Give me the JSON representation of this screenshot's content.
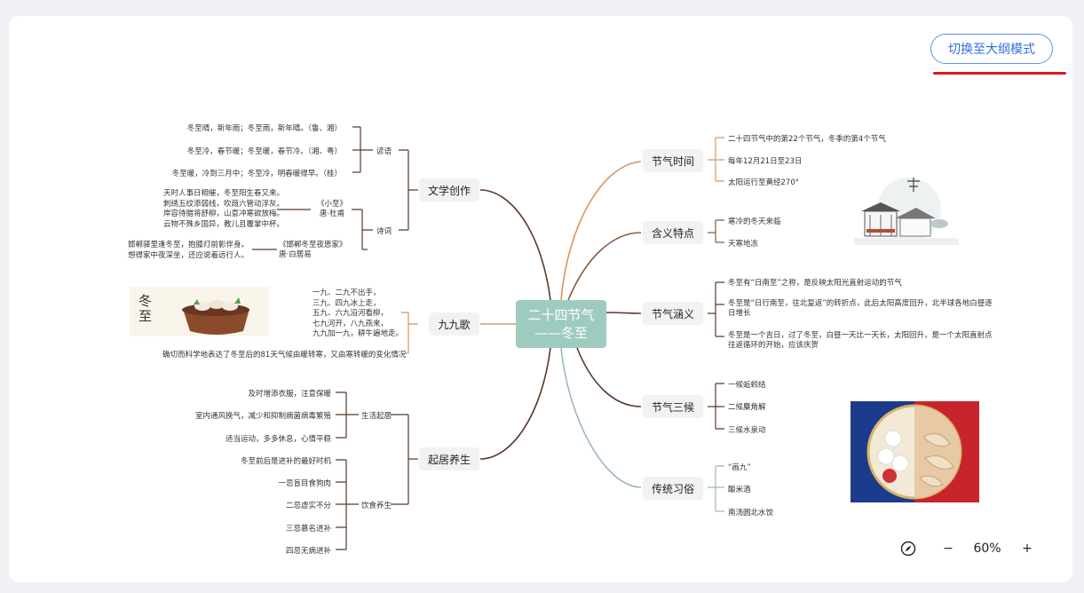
{
  "toolbar": {
    "switch_label": "切换至大纲模式",
    "zoom_out": "−",
    "zoom_level": "60%",
    "zoom_in": "+"
  },
  "colors": {
    "root": "#9ecbbf",
    "accent_red": "#e0191e",
    "branch_brown": "#5a3a2b",
    "branch_orange": "#d9955f",
    "branch_gray": "#9db6bd"
  },
  "root": {
    "line1": "二十四节气",
    "line2": "——冬至"
  },
  "right": {
    "jieqi_shijian": {
      "label": "节气时间",
      "items": [
        "二十四节气中的第22个节气，冬季的第4个节气",
        "每年12月21日至23日",
        "太阳运行至黄经270°"
      ]
    },
    "hanyi": {
      "label": "含义特点",
      "items": [
        "寒冷的冬天来临",
        "天寒地冻"
      ]
    },
    "hanyi_detail": {
      "label": "节气涵义",
      "items": [
        "冬至有“日南至”之称，是反映太阳光直射运动的节气",
        "冬至是“日行南至，往北复返”的转折点，此后太阳高度回升，北半球各地白昼逐日增长",
        "冬至是一个吉日，过了冬至，白昼一天比一天长，太阳回升，是一个太阳直射点往返循环的开始，应该庆贺"
      ]
    },
    "sanhou": {
      "label": "节气三候",
      "items": [
        "一候蚯蚓结",
        "二候麋角解",
        "三候水泉动"
      ]
    },
    "xisu": {
      "label": "传统习俗",
      "items": [
        "“画九”",
        "酿米酒",
        "南汤圆北水饺"
      ]
    }
  },
  "left": {
    "wenxue": {
      "label": "文学创作",
      "yanyu": {
        "label": "谚语",
        "items": [
          "冬至晴，新年雨；冬至雨，新年晴。（鲁、湘）",
          "冬至冷，春节暖；冬至暖，春节冷。（湘、粤）",
          "冬至暖，冷到三月中；冬至冷，明春暖得早。（桂）"
        ]
      },
      "shici": {
        "label": "诗词",
        "poem1": {
          "title": "《小至》",
          "author": "唐·杜甫",
          "text": "天时人事日相催，冬至阳生春又来。\n刺绣五纹添弱线，吹葭六管动浮灰。\n岸容待腊将舒柳，山意冲寒欲放梅。\n云物不殊乡国异，教儿且覆掌中杯。"
        },
        "poem2": {
          "title": "《邯郸冬至夜思家》",
          "author": "唐·白居易",
          "text": "邯郸驿里逢冬至，抱膝灯前影伴身。\n想得家中夜深坐，还应说着远行人。"
        }
      }
    },
    "jiujiuge": {
      "label": "九九歌",
      "song": "一九、二九不出手，\n三九、四九冰上走，\n五九、六九沿河看柳，\n七九河开，八九燕来，\n九九加一九，耕牛遍地走。",
      "desc": "确切而科学地表达了冬至后的81天气候由暖转寒，又由寒转暖的变化情况",
      "image_text": "冬至"
    },
    "yangsheng": {
      "label": "起居养生",
      "shenghuo": {
        "label": "生活起居",
        "items": [
          "及时增添衣服，注意保暖",
          "室内通风换气，减少和抑制病菌病毒繁殖",
          "适当运动，多多休息，心情平稳"
        ]
      },
      "yinshi": {
        "label": "饮食养生",
        "items": [
          "冬至前后是进补的最好时机",
          "一忌盲目食狗肉",
          "二忌虚实不分",
          "三忌慕名进补",
          "四忌无病进补"
        ]
      }
    }
  }
}
